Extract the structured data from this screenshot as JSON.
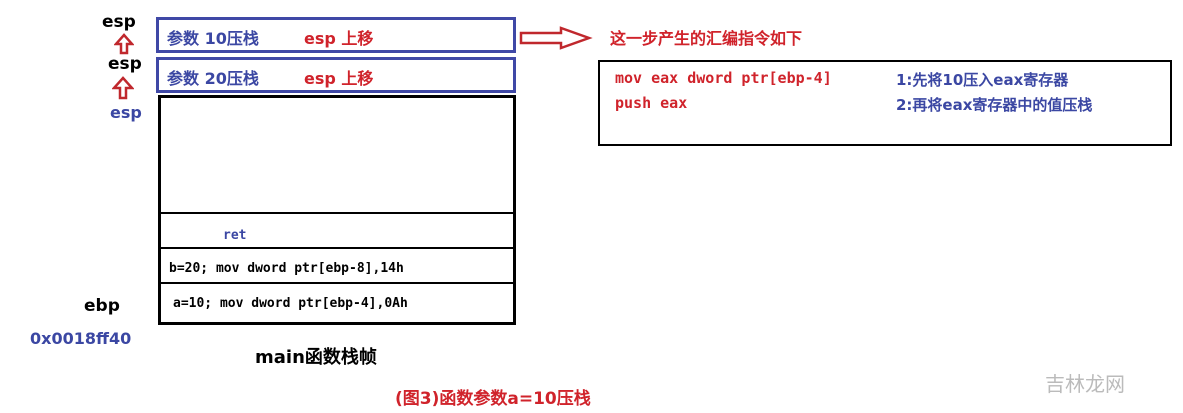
{
  "esp_labels": [
    "esp",
    "esp",
    "esp"
  ],
  "boxes": [
    {
      "left": "参数 10压栈",
      "right": "esp 上移"
    },
    {
      "left": "参数 20压栈",
      "right": "esp 上移"
    }
  ],
  "stack_rows": [
    "ret",
    "b=20;  mov dword ptr[ebp-8],14h",
    "a=10; mov dword ptr[ebp-4],0Ah"
  ],
  "ebp_label": "ebp",
  "ebp_address": "0x0018ff40",
  "frame_label": "main函数栈帧",
  "note_title": "这一步产生的汇编指令如下",
  "asm": [
    {
      "code": "mov eax dword ptr[ebp-4]",
      "comment": "1:先将10压入eax寄存器"
    },
    {
      "code": "push eax",
      "comment": "2:再将eax寄存器中的值压栈"
    }
  ],
  "caption": "(图3)函数参数a=10压栈",
  "watermark": "吉林龙网"
}
